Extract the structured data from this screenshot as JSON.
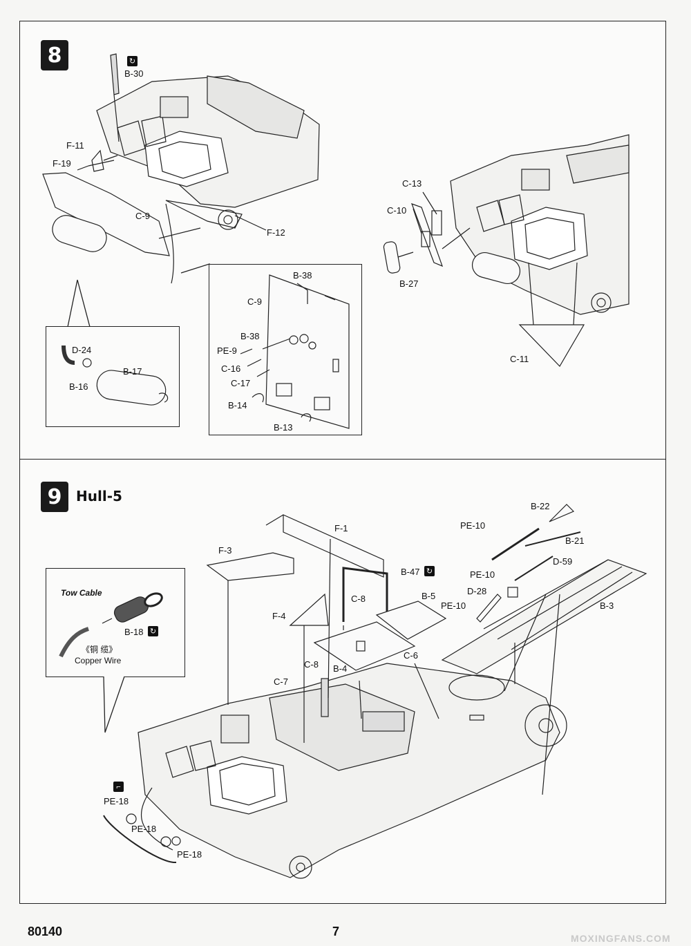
{
  "step8": {
    "number": "8",
    "labels": {
      "b30": "B-30",
      "f11": "F-11",
      "f19": "F-19",
      "c9": "C-9",
      "f12": "F-12",
      "c13": "C-13",
      "c10": "C-10",
      "b27": "B-27",
      "c11": "C-11",
      "d24": "D-24",
      "b16": "B-16",
      "b17": "B-17",
      "b38a": "B-38",
      "c9b": "C-9",
      "b38b": "B-38",
      "pe9": "PE-9",
      "c16": "C-16",
      "c17": "C-17",
      "b14": "B-14",
      "b13": "B-13"
    }
  },
  "step9": {
    "number": "9",
    "title": "Hull-5",
    "labels": {
      "f1": "F-1",
      "f3": "F-3",
      "b47": "B-47",
      "c8a": "C-8",
      "b5": "B-5",
      "f4": "F-4",
      "c6": "C-6",
      "c8b": "C-8",
      "b4": "B-4",
      "c7": "C-7",
      "b22": "B-22",
      "pe10a": "PE-10",
      "b21": "B-21",
      "d59": "D-59",
      "pe10b": "PE-10",
      "d28": "D-28",
      "pe10c": "PE-10",
      "b3": "B-3",
      "b18": "B-18",
      "pe18a": "PE-18",
      "pe18b": "PE-18",
      "pe18c": "PE-18"
    },
    "tow_cable": {
      "title": "Tow Cable",
      "chinese": "《铜 缆》",
      "english": "Copper Wire"
    }
  },
  "footer": {
    "code": "80140",
    "page": "7",
    "watermark": "MOXINGFANS.COM"
  },
  "icons": {
    "reverse_mark": "turn-over-icon",
    "photo_etch_mark": "bend-icon"
  }
}
